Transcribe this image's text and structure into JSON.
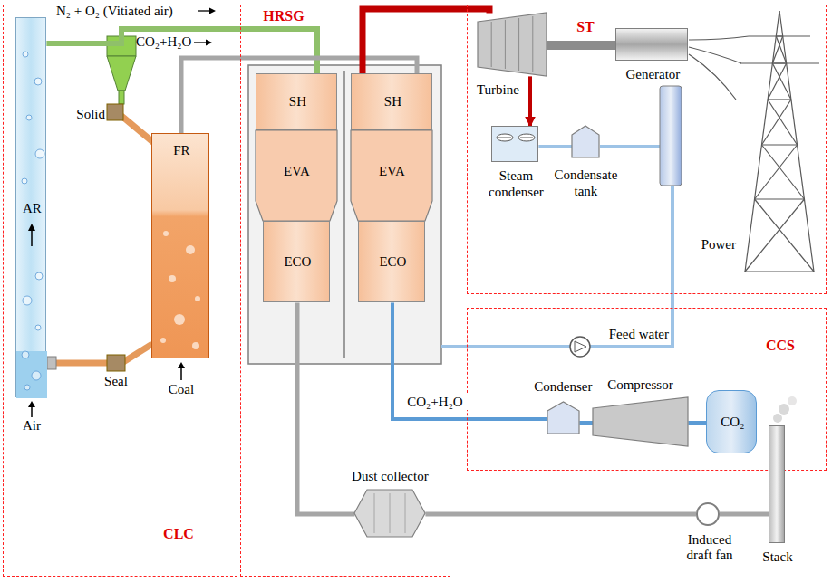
{
  "diagram": {
    "nodes": [
      {
        "text": [
          "CLC"
        ]
      },
      {
        "text": [
          "AR"
        ],
        "in": 0
      },
      {
        "text": [
          "FR"
        ],
        "in": 0
      },
      {
        "text": [
          "HRSG"
        ]
      },
      {
        "text": [
          "SH"
        ],
        "in": 3
      },
      {
        "text": [
          "EVA"
        ],
        "in": 3
      },
      {
        "text": [
          "ECO"
        ],
        "in": 3
      },
      {
        "text": [
          "SH"
        ],
        "in": 3
      },
      {
        "text": [
          "EVA"
        ],
        "in": 3
      },
      {
        "text": [
          "ECO"
        ],
        "in": 3
      },
      {
        "text": [
          "Dust collector"
        ],
        "in": 3
      },
      {
        "text": [
          "ST"
        ]
      },
      {
        "text": [
          "Turbine"
        ],
        "in": 11
      },
      {
        "text": [
          "Generator"
        ],
        "in": 11
      },
      {
        "text": [
          "Steam condenser"
        ],
        "in": 11
      },
      {
        "text": [
          "Condensate tank"
        ],
        "in": 11
      },
      {
        "text": [
          "CCS"
        ]
      },
      {
        "text": [
          "Condenser"
        ],
        "in": 16
      },
      {
        "text": [
          "Compressor"
        ],
        "in": 16
      },
      {
        "text": [
          "CO₂"
        ],
        "in": 16
      },
      {
        "text": [
          "Induced draft fan"
        ]
      },
      {
        "text": [
          "Stack"
        ]
      }
    ],
    "edges": [
      {
        "from": 1,
        "to": 4,
        "arrow": "none"
      },
      {
        "from": 2,
        "to": 7,
        "arrow": "none"
      },
      {
        "from": 7,
        "to": 12,
        "arrow": "none"
      },
      {
        "from": 12,
        "to": 14,
        "arrow": "to"
      },
      {
        "from": 14,
        "to": 15,
        "arrow": "none"
      },
      {
        "from": 12,
        "to": 13,
        "arrow": "none"
      },
      {
        "from": 9,
        "to": 17,
        "label": "CO₂+H₂O",
        "arrow": "none"
      },
      {
        "from": 17,
        "to": 18,
        "arrow": "none"
      },
      {
        "from": 18,
        "to": 19,
        "arrow": "none"
      },
      {
        "from": 6,
        "to": 10,
        "arrow": "none"
      },
      {
        "from": 10,
        "to": 20,
        "arrow": "none"
      },
      {
        "from": 20,
        "to": 21,
        "arrow": "none"
      }
    ],
    "labels": [
      "N₂ + O₂ (Vitiated air)",
      "CO₂+H₂O",
      "Solid",
      "Seal",
      "Coal",
      "Air",
      "Power",
      "Feed water"
    ]
  }
}
